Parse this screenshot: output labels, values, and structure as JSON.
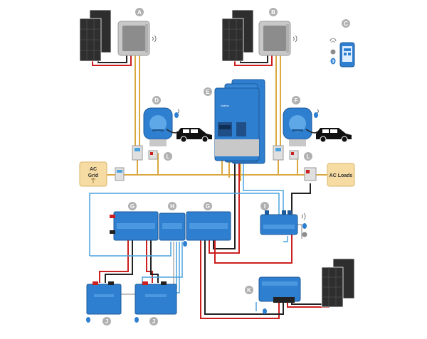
{
  "labels": {
    "a": "A",
    "b": "B",
    "c": "C",
    "d": "D",
    "e": "E",
    "f": "F",
    "g": "G",
    "h": "H",
    "i": "I",
    "j": "J",
    "k": "K",
    "l": "L"
  },
  "nodes": {
    "ac_grid_line1": "AC",
    "ac_grid_line2": "Grid",
    "ac_loads": "AC Loads"
  },
  "colors": {
    "ac_wire": "#d9a840",
    "dc_red": "#cc1f1f",
    "dc_black": "#222222",
    "comm_blue": "#4aa3df",
    "device_blue": "#2f7fd0",
    "badge_grey": "#b0b0b0",
    "panel_dark": "#3a3a3a",
    "node_fill": "#f6dba3"
  },
  "icons": [
    "wifi-icon",
    "bluetooth-icon",
    "car-icon",
    "solar-panel-icon",
    "smartphone-icon"
  ]
}
